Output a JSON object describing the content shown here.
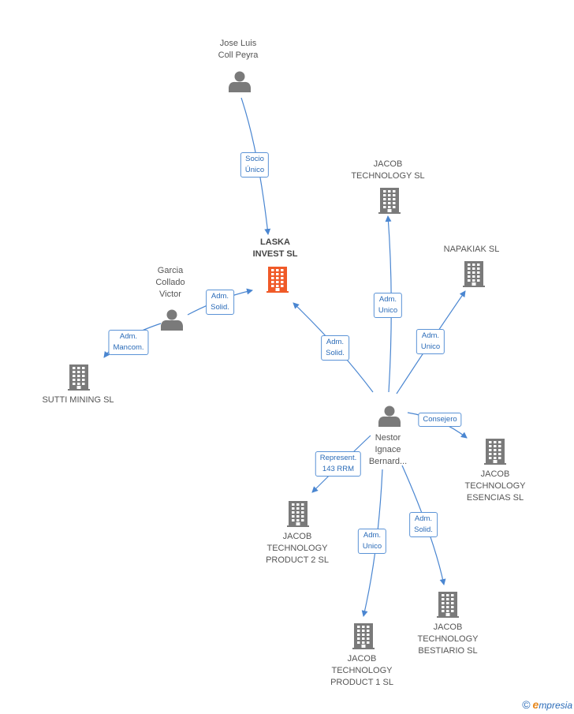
{
  "colors": {
    "edge": "#4a86d1",
    "person": "#7a7a7a",
    "company": "#7a7a7a",
    "company_main": "#f05a28"
  },
  "nodes": [
    {
      "id": "jose",
      "type": "person",
      "label": [
        "Jose Luis",
        "Coll Peyra"
      ]
    },
    {
      "id": "laska",
      "type": "company",
      "main": true,
      "label": [
        "LASKA",
        "INVEST SL"
      ]
    },
    {
      "id": "garcia",
      "type": "person",
      "label": [
        "Garcia",
        "Collado",
        "Victor"
      ]
    },
    {
      "id": "sutti",
      "type": "company",
      "label": [
        "SUTTI MINING SL"
      ]
    },
    {
      "id": "jacob_tech",
      "type": "company",
      "label": [
        "JACOB",
        "TECHNOLOGY SL"
      ]
    },
    {
      "id": "napakiak",
      "type": "company",
      "label": [
        "NAPAKIAK SL"
      ]
    },
    {
      "id": "nestor",
      "type": "person",
      "label": [
        "Nestor",
        "Ignace",
        "Bernard..."
      ]
    },
    {
      "id": "esencias",
      "type": "company",
      "label": [
        "JACOB",
        "TECHNOLOGY",
        "ESENCIAS SL"
      ]
    },
    {
      "id": "product2",
      "type": "company",
      "label": [
        "JACOB",
        "TECHNOLOGY",
        "PRODUCT 2 SL"
      ]
    },
    {
      "id": "product1",
      "type": "company",
      "label": [
        "JACOB",
        "TECHNOLOGY",
        "PRODUCT 1 SL"
      ]
    },
    {
      "id": "bestiario",
      "type": "company",
      "label": [
        "JACOB",
        "TECHNOLOGY",
        "BESTIARIO SL"
      ]
    }
  ],
  "edges": [
    {
      "from": "jose",
      "to": "laska",
      "label": [
        "Socio",
        "Único"
      ]
    },
    {
      "from": "garcia",
      "to": "laska",
      "label": [
        "Adm.",
        "Solid."
      ]
    },
    {
      "from": "garcia",
      "to": "sutti",
      "label": [
        "Adm.",
        "Mancom."
      ]
    },
    {
      "from": "nestor",
      "to": "laska",
      "label": [
        "Adm.",
        "Solid."
      ]
    },
    {
      "from": "nestor",
      "to": "jacob_tech",
      "label": [
        "Adm.",
        "Unico"
      ]
    },
    {
      "from": "nestor",
      "to": "napakiak",
      "label": [
        "Adm.",
        "Unico"
      ]
    },
    {
      "from": "nestor",
      "to": "esencias",
      "label": [
        "Consejero"
      ]
    },
    {
      "from": "nestor",
      "to": "product2",
      "label": [
        "Represent.",
        "143 RRM"
      ]
    },
    {
      "from": "nestor",
      "to": "product1",
      "label": [
        "Adm.",
        "Unico"
      ]
    },
    {
      "from": "nestor",
      "to": "bestiario",
      "label": [
        "Adm.",
        "Solid."
      ]
    }
  ],
  "brand": {
    "copyright": "©",
    "initial": "e",
    "name": "mpresia"
  }
}
